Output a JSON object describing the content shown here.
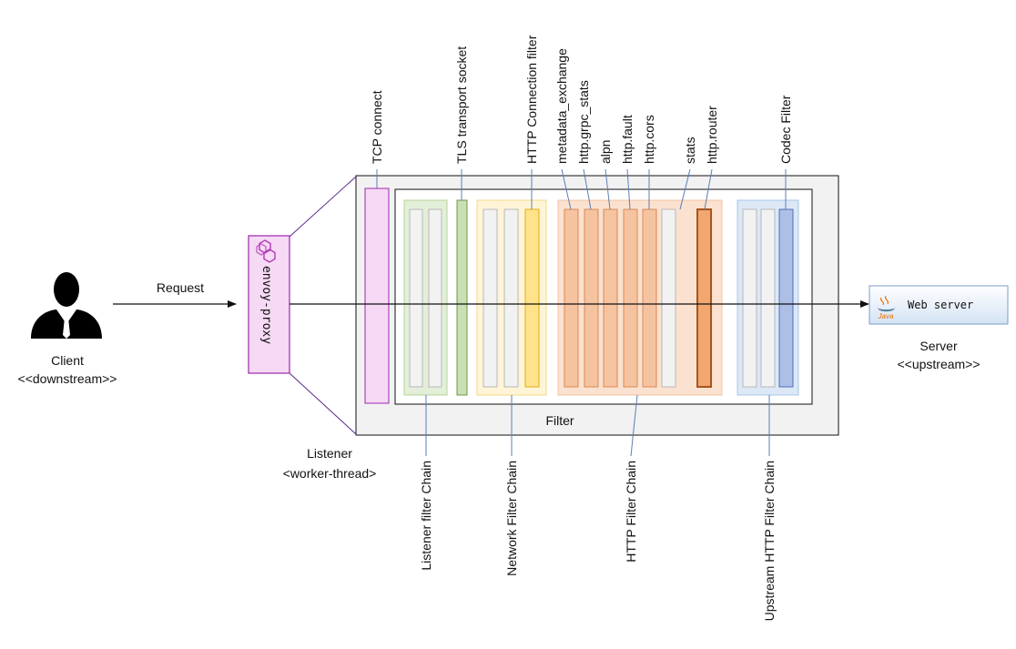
{
  "client": {
    "name": "Client",
    "role": "<<downstream>>",
    "icon": "person-icon"
  },
  "request_label": "Request",
  "envoy_label": "envoy-proxy",
  "listener": {
    "name": "Listener",
    "thread": "<worker-thread>"
  },
  "filter_label": "Filter",
  "server": {
    "name": "Server",
    "role": "<<upstream>>",
    "box_label": "Web server",
    "java_label": "Java",
    "icon": "java-icon"
  },
  "top_labels": {
    "tcp_connect": "TCP connect",
    "tls": "TLS transport socket",
    "http_conn": "HTTP Connection filter",
    "metadata_exchange": "metadata_exchange",
    "grpc_stats": "http.grpc_stats",
    "alpn": "alpn",
    "fault": "http.fault",
    "cors": "http.cors",
    "stats": "stats",
    "router": "http.router",
    "codec": "Codec Filter"
  },
  "chain_labels": {
    "listener": "Listener filter Chain",
    "network": "Network Filter Chain",
    "http": "HTTP Filter Chain",
    "upstream": "Upstream HTTP Filter Chain"
  },
  "colors": {
    "envoy_fill": "#f6d9f4",
    "envoy_stroke": "#9c27b0",
    "listener_chain": "#e3efd9",
    "tls": "#c8e0b4",
    "network_chain": "#fff5d6",
    "http_conn": "#ffe28a",
    "http_chain": "#fbe1cf",
    "http_filter": "#f5c3a0",
    "router": "#f0a870",
    "upstream_chain": "#dce8f6",
    "codec": "#aebfe6"
  }
}
